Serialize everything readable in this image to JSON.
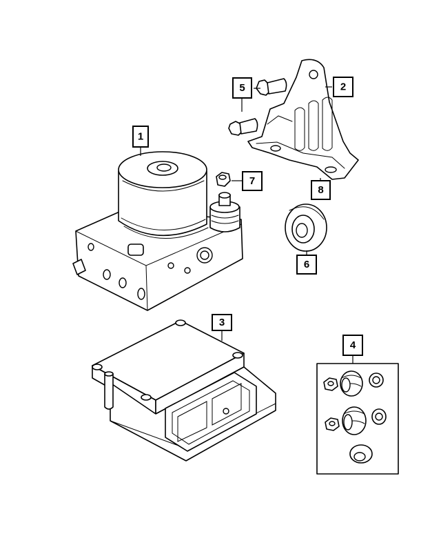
{
  "callouts": [
    {
      "id": "callout-1",
      "label": "1"
    },
    {
      "id": "callout-2",
      "label": "2"
    },
    {
      "id": "callout-3",
      "label": "3"
    },
    {
      "id": "callout-4",
      "label": "4"
    },
    {
      "id": "callout-5",
      "label": "5"
    },
    {
      "id": "callout-6",
      "label": "6"
    },
    {
      "id": "callout-7",
      "label": "7"
    },
    {
      "id": "callout-8",
      "label": "8"
    }
  ],
  "colors": {
    "line": "#000000",
    "background": "#ffffff"
  }
}
